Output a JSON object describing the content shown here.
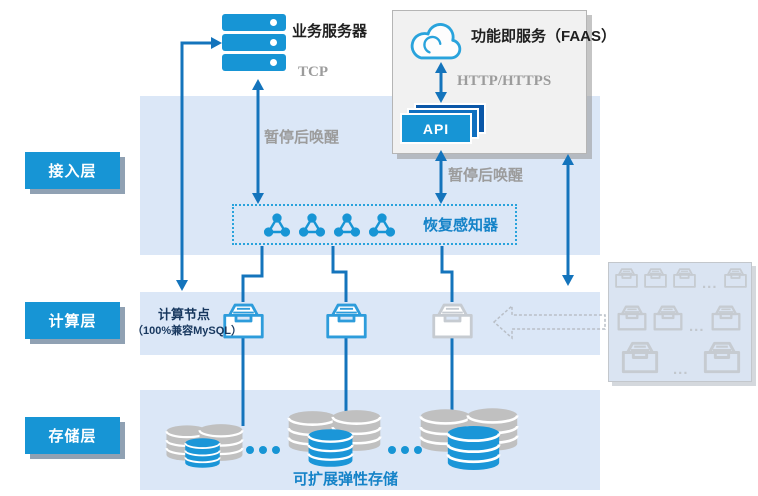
{
  "layers": {
    "access": {
      "label": "接入层"
    },
    "compute": {
      "label": "计算层"
    },
    "storage": {
      "label": "存储层"
    }
  },
  "nodes": {
    "business_server": {
      "label": "业务服务器",
      "protocol": "TCP"
    },
    "faas": {
      "label": "功能即服务（FAAS）",
      "protocol": "HTTP/HTTPS",
      "api_label": "API"
    },
    "recovery_sensor": {
      "label": "恢复感知器"
    },
    "compute_node": {
      "line1": "计算节点",
      "line2": "（100%兼容MySQL）"
    },
    "storage": {
      "label": "可扩展弹性存储"
    }
  },
  "edges": {
    "server_sensor": {
      "label": "暂停后唤醒"
    },
    "api_sensor": {
      "label": "暂停后唤醒"
    }
  },
  "scale_panel": {
    "ellipsis": "..."
  },
  "colors": {
    "primary_blue": "#1795D5",
    "arrow_blue": "#1474BC",
    "band_blue": "#DBE7F7",
    "panel_blue": "#DAE4F2",
    "gray_icon": "#C6CBD1",
    "gray_text": "#9C9C9C",
    "navy_text": "#17375E",
    "label_blue": "#1583C8",
    "cylinder_gray": "#C0C0C0",
    "api_front": "#1795D5",
    "api_mid": "#1070C0",
    "api_back": "#0B57A8"
  }
}
